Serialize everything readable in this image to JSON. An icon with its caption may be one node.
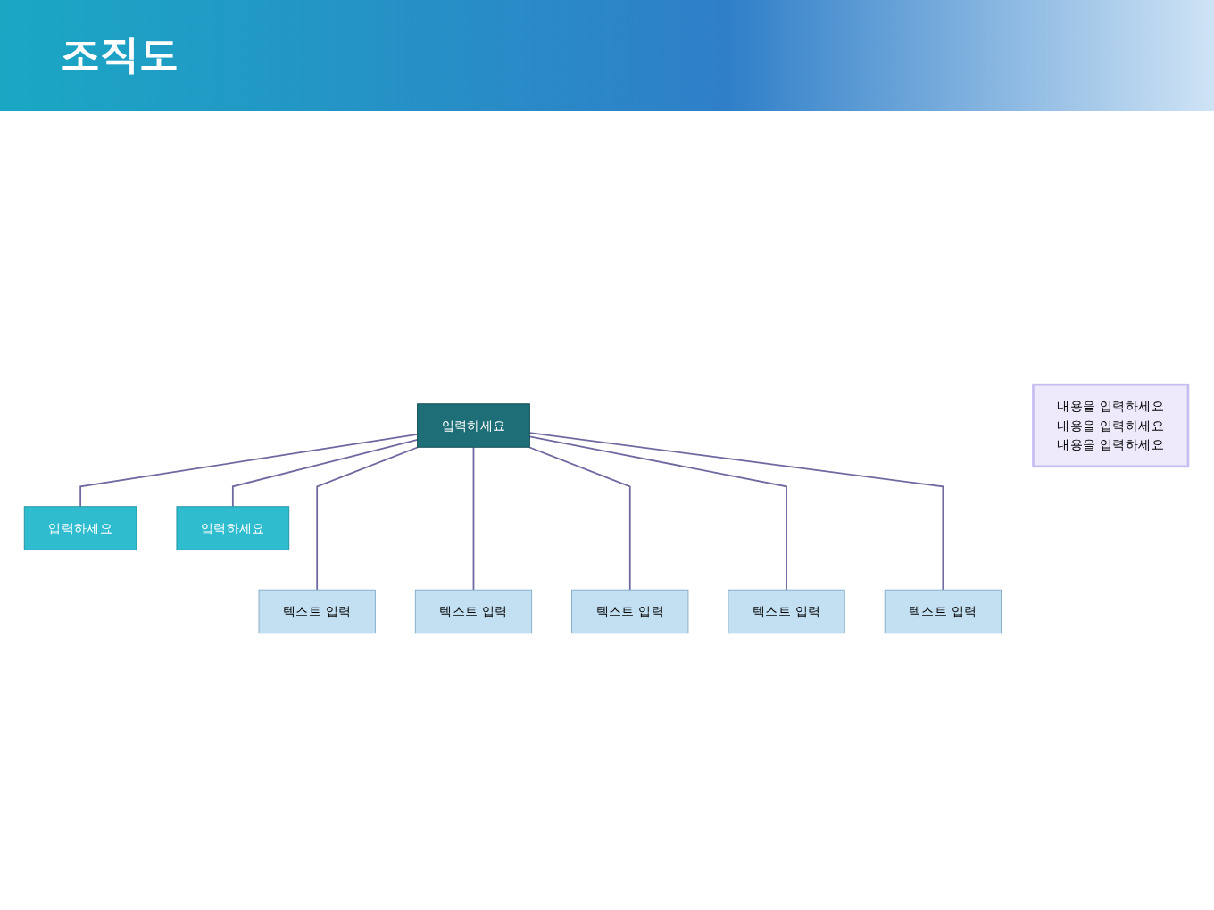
{
  "diagram": {
    "title": "조직도",
    "nodes": [
      {
        "text": [
          "입력하세요"
        ]
      },
      {
        "text": [
          "입력하세요"
        ]
      },
      {
        "text": [
          "입력하세요"
        ]
      },
      {
        "text": [
          "텍스트 입력"
        ]
      },
      {
        "text": [
          "텍스트 입력"
        ]
      },
      {
        "text": [
          "텍스트 입력"
        ]
      },
      {
        "text": [
          "텍스트 입력"
        ]
      },
      {
        "text": [
          "텍스트 입력"
        ]
      },
      {
        "text": [
          "내용을 입력하세요",
          "내용을 입력하세요",
          "내용을 입력하세요"
        ]
      }
    ],
    "edges": [
      {
        "from": 0,
        "to": 1,
        "arrow": "none"
      },
      {
        "from": 0,
        "to": 2,
        "arrow": "none"
      },
      {
        "from": 0,
        "to": 3,
        "arrow": "none"
      },
      {
        "from": 0,
        "to": 4,
        "arrow": "none"
      },
      {
        "from": 0,
        "to": 5,
        "arrow": "none"
      },
      {
        "from": 0,
        "to": 6,
        "arrow": "none"
      },
      {
        "from": 0,
        "to": 7,
        "arrow": "none"
      }
    ]
  }
}
